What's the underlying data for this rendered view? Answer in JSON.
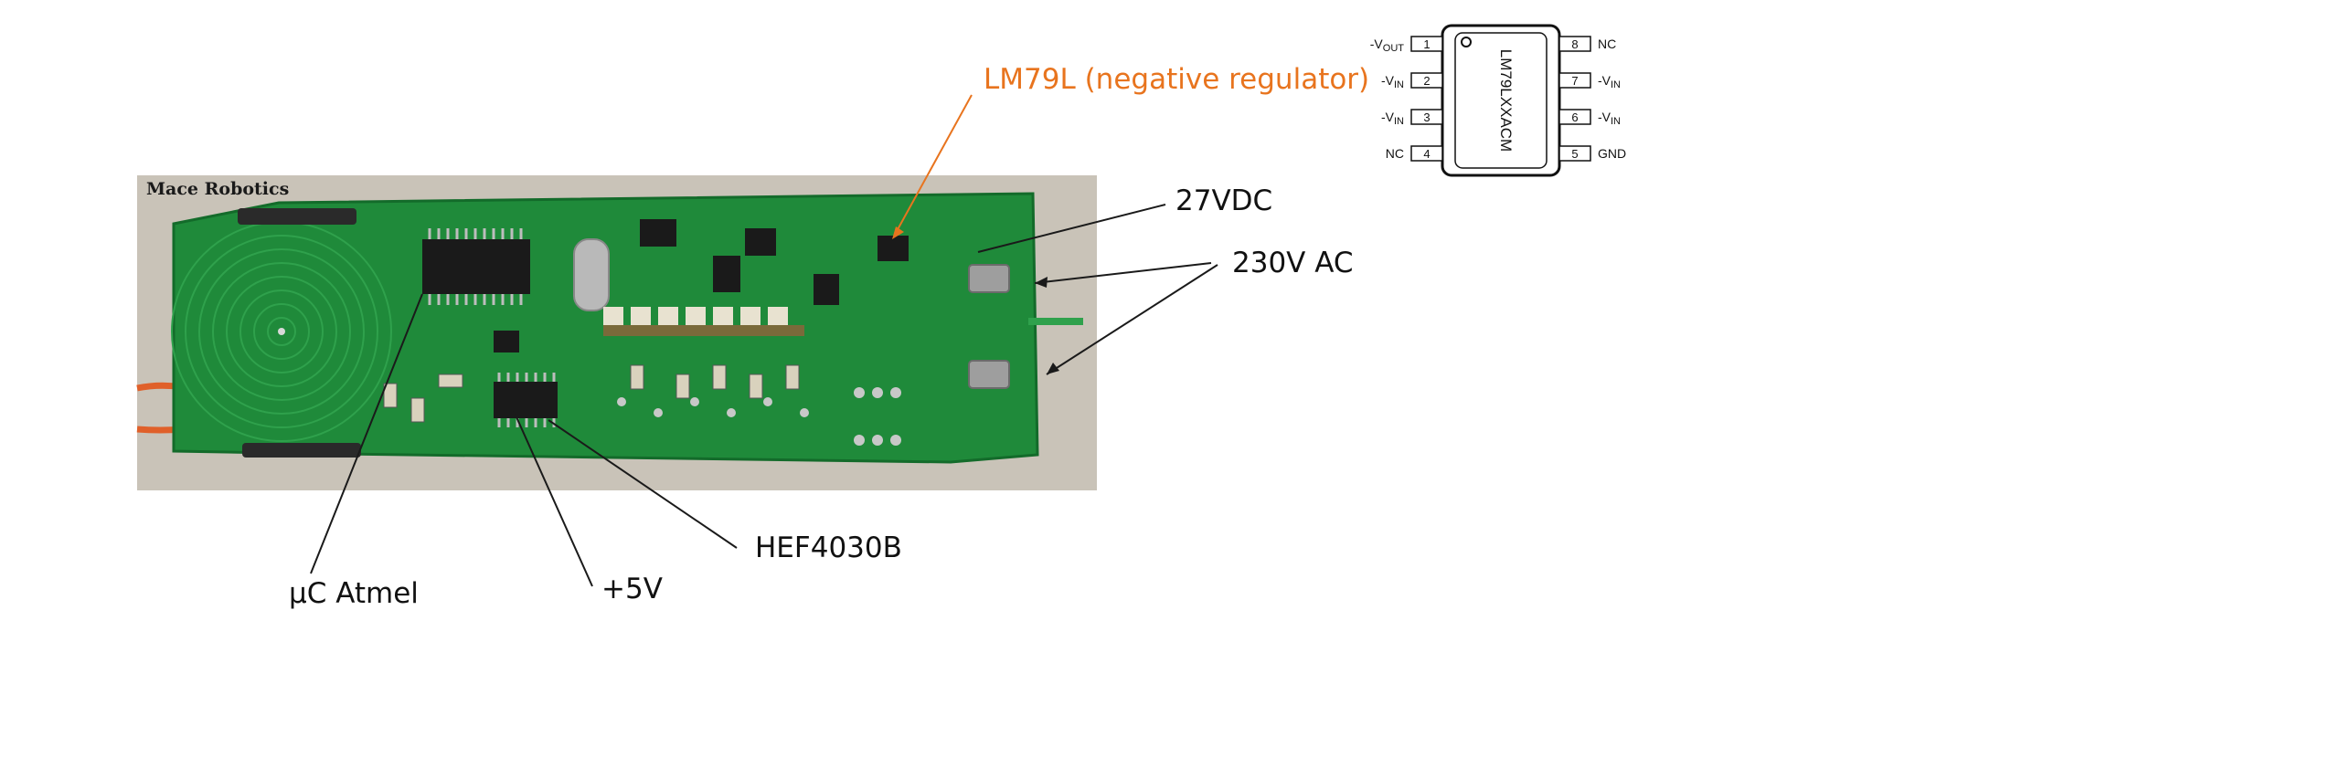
{
  "photo": {
    "watermark": "Mace Robotics",
    "colors": {
      "background": "#c9c3b8",
      "pcb": "#1f8a3a",
      "pcb_dark": "#136b2a",
      "wire": "#e0602a"
    }
  },
  "callouts": {
    "regulator": "LM79L (negative regulator)",
    "dc": "27VDC",
    "ac": "230V AC",
    "hef": "HEF4030B",
    "microcontroller": "µC Atmel",
    "five_volt": "+5V"
  },
  "pinout": {
    "chip_name": "LM79LXXACM",
    "left_pins": [
      {
        "num": "1",
        "label": "-V",
        "sub": "OUT"
      },
      {
        "num": "2",
        "label": "-V",
        "sub": "IN"
      },
      {
        "num": "3",
        "label": "-V",
        "sub": "IN"
      },
      {
        "num": "4",
        "label": "NC",
        "sub": ""
      }
    ],
    "right_pins": [
      {
        "num": "8",
        "label": "NC",
        "sub": ""
      },
      {
        "num": "7",
        "label": "-V",
        "sub": "IN"
      },
      {
        "num": "6",
        "label": "-V",
        "sub": "IN"
      },
      {
        "num": "5",
        "label": "GND",
        "sub": ""
      }
    ]
  }
}
